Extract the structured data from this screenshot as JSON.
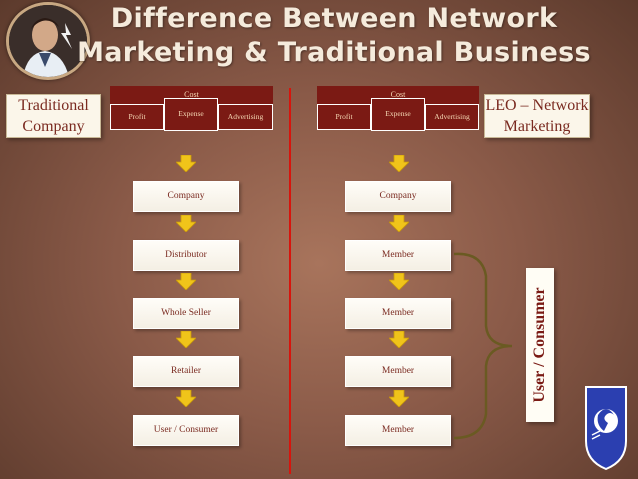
{
  "title": {
    "line1": "Difference Between Network",
    "line2": "Marketing & Traditional Business"
  },
  "left": {
    "label_line1": "Traditional",
    "label_line2": "Company",
    "cost": {
      "title": "Cost",
      "items": [
        "Profit",
        "Expense",
        "Advertising"
      ]
    },
    "flow": [
      "Company",
      "Distributor",
      "Whole Seller",
      "Retailer",
      "User / Consumer"
    ]
  },
  "right": {
    "label_line1": "LEO – Network",
    "label_line2": "Marketing",
    "cost": {
      "title": "Cost",
      "items": [
        "Profit",
        "Expense",
        "Advertising"
      ]
    },
    "flow": [
      "Company",
      "Member",
      "Member",
      "Member",
      "Member"
    ]
  },
  "bracket_label": "User / Consumer",
  "colors": {
    "accent_red": "#7b1a14",
    "arrow_yellow": "#f0c41a",
    "divider_red": "#d8140c",
    "bracket_brown": "#6a5a22"
  }
}
